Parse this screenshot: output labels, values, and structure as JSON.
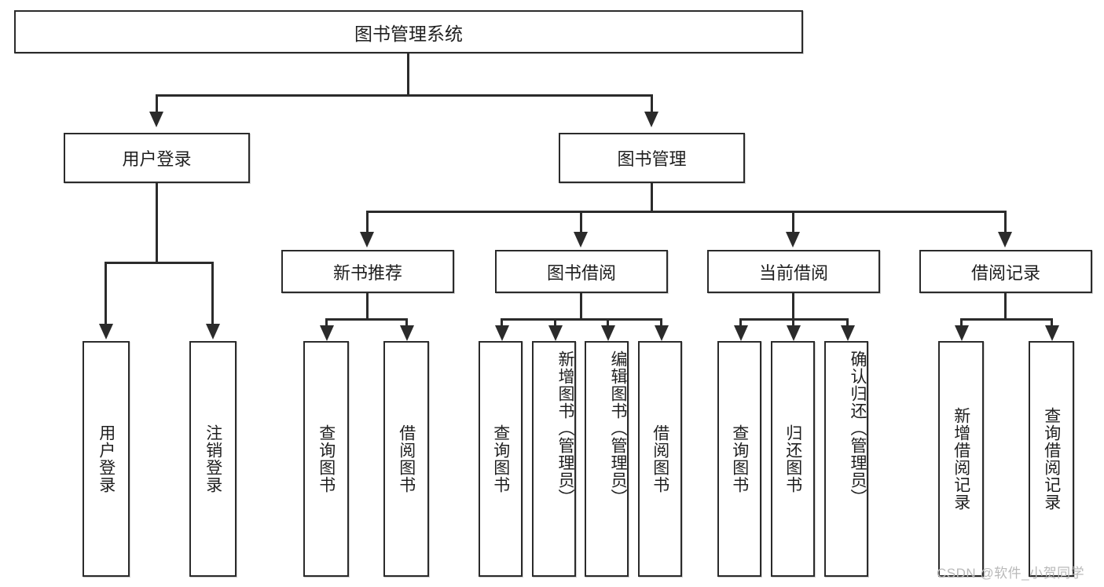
{
  "diagram": {
    "type": "tree",
    "title": "图书管理系统",
    "watermark": "CSDN @软件_小贺同学",
    "colors": {
      "line": "#2b2b2b",
      "box_border": "#2b2b2b",
      "box_fill": "#ffffff",
      "text": "#1f1f1f",
      "watermark": "#b9b9b9"
    },
    "levels": {
      "root": {
        "label": "图书管理系统"
      },
      "level2": [
        {
          "label": "用户登录"
        },
        {
          "label": "图书管理"
        }
      ],
      "level3": [
        {
          "label": "新书推荐"
        },
        {
          "label": "图书借阅"
        },
        {
          "label": "当前借阅"
        },
        {
          "label": "借阅记录"
        }
      ],
      "leaves": {
        "user_login": [
          {
            "label": "用户登录"
          },
          {
            "label": "注销登录"
          }
        ],
        "new_book_recommend": [
          {
            "label": "查询图书"
          },
          {
            "label": "借阅图书"
          }
        ],
        "book_borrow": [
          {
            "label": "查询图书"
          },
          {
            "label": "新增图书（管理员）"
          },
          {
            "label": "编辑图书（管理员）"
          },
          {
            "label": "借阅图书"
          }
        ],
        "current_borrow": [
          {
            "label": "查询图书"
          },
          {
            "label": "归还图书"
          },
          {
            "label": "确认归还（管理员）"
          }
        ],
        "borrow_record": [
          {
            "label": "新增借阅记录"
          },
          {
            "label": "查询借阅记录"
          }
        ]
      }
    }
  }
}
